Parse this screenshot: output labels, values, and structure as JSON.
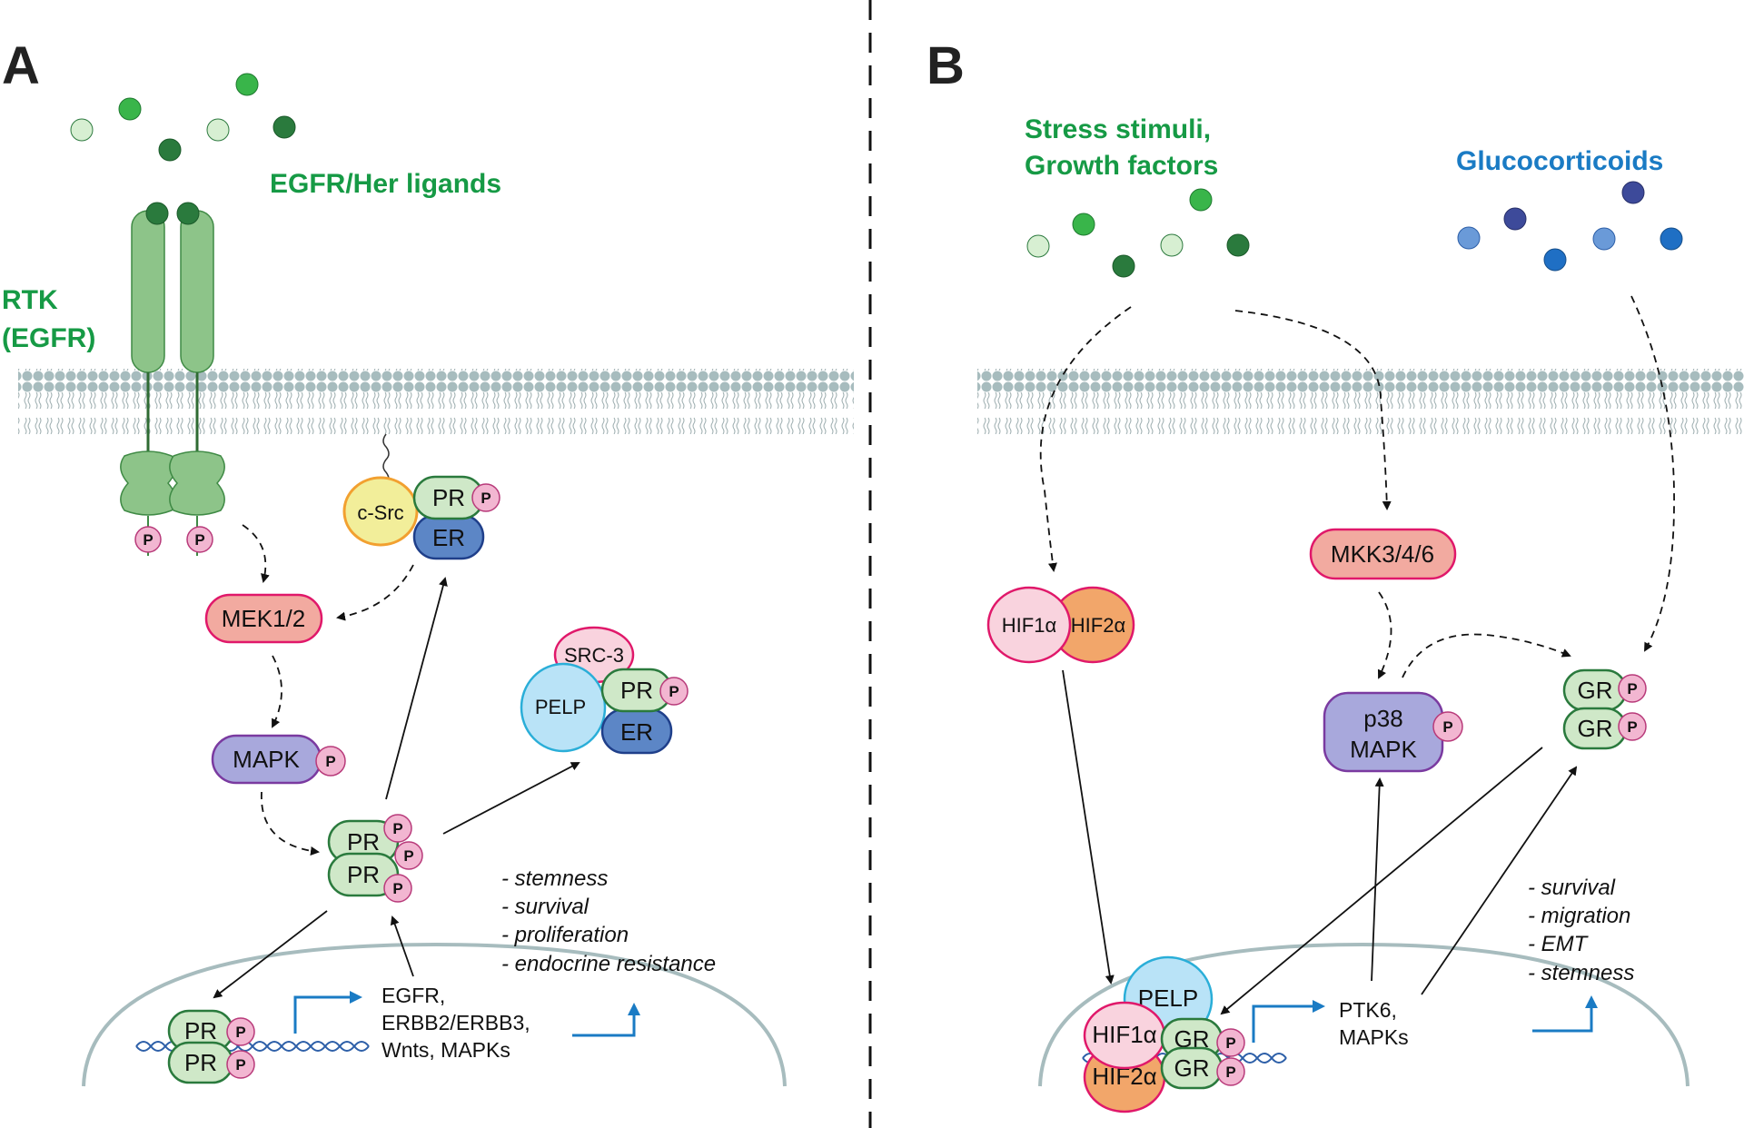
{
  "panels": {
    "A": {
      "letter": "A",
      "ligand_label": "EGFR/Her ligands",
      "receptor_label_line1": "RTK",
      "receptor_label_line2": "(EGFR)",
      "phospho": "P",
      "csrc": "c-Src",
      "pr": "PR",
      "er": "ER",
      "mek": "MEK1/2",
      "mapk": "MAPK",
      "src3": "SRC-3",
      "pelp": "PELP",
      "genes": [
        "EGFR,",
        "ERBB2/ERBB3,",
        "Wnts, MAPKs"
      ],
      "effects": [
        "- stemness",
        "- survival",
        "- proliferation",
        "- endocrine resistance"
      ]
    },
    "B": {
      "letter": "B",
      "stress_label_line1": "Stress stimuli,",
      "stress_label_line2": "Growth factors",
      "gluco_label": "Glucocorticoids",
      "hif1": "HIF1α",
      "hif2": "HIF2α",
      "mkk": "MKK3/4/6",
      "p38_line1": "p38",
      "p38_line2": "MAPK",
      "gr": "GR",
      "phospho": "P",
      "pelp": "PELP",
      "genes": [
        "PTK6,",
        "MAPKs"
      ],
      "effects": [
        "- survival",
        "- migration",
        "- EMT",
        "- stemness"
      ]
    }
  },
  "colors": {
    "green_text": "#169a45",
    "blue_text": "#1a7bc4",
    "receptor": "#8dc489",
    "pr_fill": "#cfe8c8",
    "er_fill": "#5c86c6",
    "phospho_fill": "#f2b6d1",
    "mek_fill": "#f2aaa0",
    "mapk_fill": "#a8a8dc",
    "csrc_fill": "#f2ee9a",
    "pelp_fill": "#b9e3f7",
    "hif1_fill": "#f9d3de",
    "hif2_fill": "#f2a66a",
    "membrane": "#a7bcbe",
    "dna": "#2d5fa8"
  }
}
